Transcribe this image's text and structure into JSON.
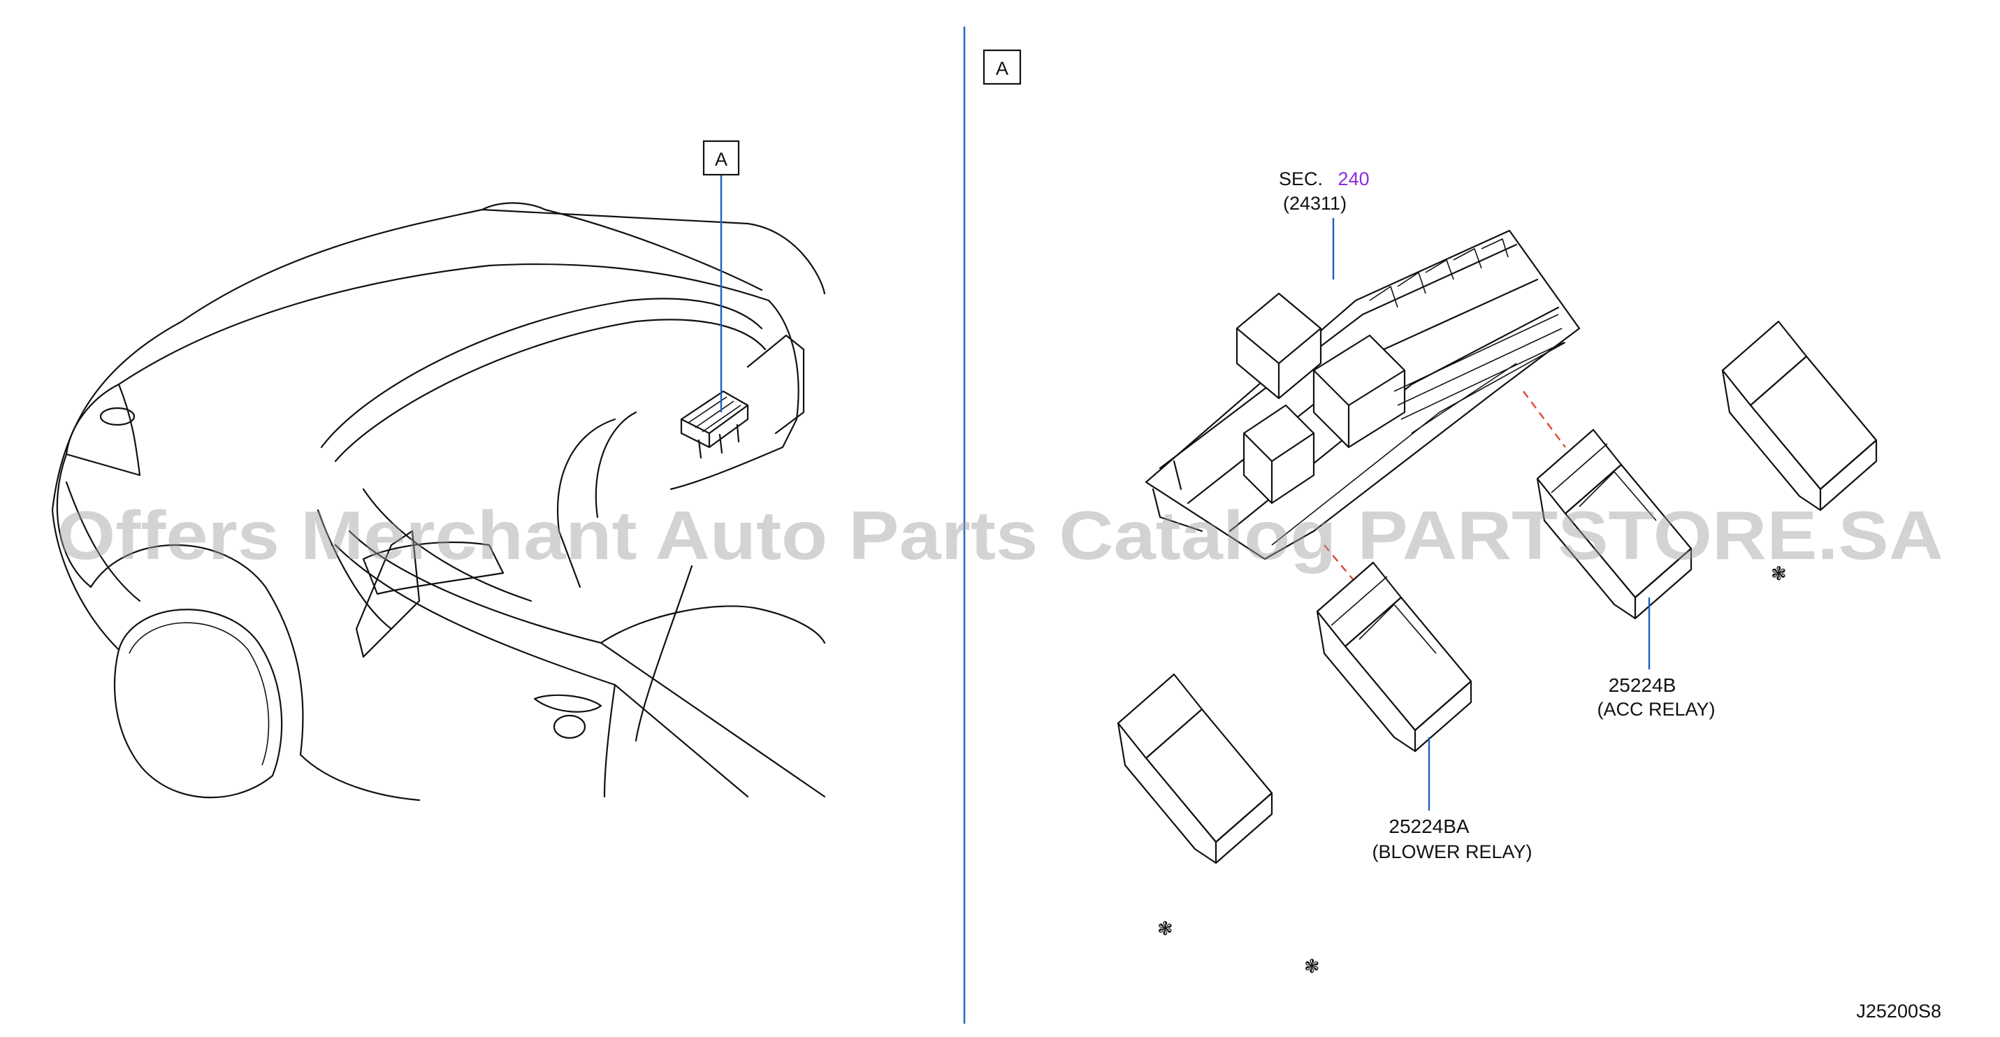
{
  "callouts": {
    "view_label_left": "A",
    "view_label_right": "A",
    "section_ref_prefix": "SEC.",
    "section_ref_number": "240",
    "section_ref_part": "(24311)"
  },
  "parts": [
    {
      "number": "25224B",
      "name": "(ACC  RELAY)"
    },
    {
      "number": "25224BA",
      "name": "(BLOWER  RELAY)"
    }
  ],
  "not_available_marks": [
    "❃",
    "❃",
    "❃"
  ],
  "diagram_code": "J25200S8",
  "watermark": "Offers Merchant Auto Parts Catalog PARTSTORE.SA",
  "colors": {
    "line": "#111111",
    "leader": "#1f5fbf",
    "part_number": "#1a2fd6",
    "section_link": "#8a2be2",
    "dash_link": "#e0453a",
    "divider": "#2b6cc4",
    "watermark": "#9e9e9e"
  }
}
